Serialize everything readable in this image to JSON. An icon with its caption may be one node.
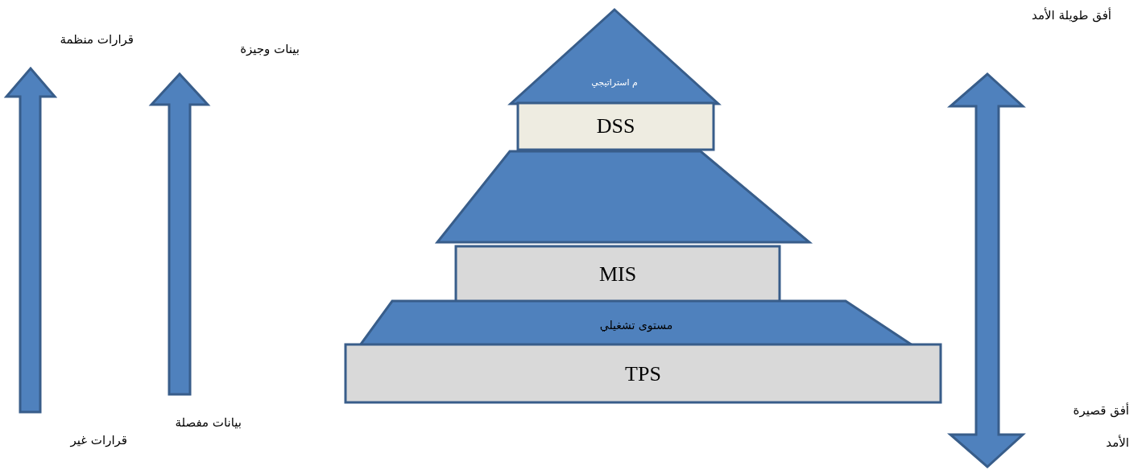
{
  "diagram": {
    "nodes": [
      {
        "text": [
          "م استراتيجي"
        ]
      },
      {
        "text": [
          "DSS"
        ]
      },
      {
        "text": [],
        "shape": "trapezoid"
      },
      {
        "text": [
          "MIS"
        ]
      },
      {
        "text": [
          "مستوى تشغيلي"
        ]
      },
      {
        "text": [
          "TPS"
        ]
      }
    ],
    "edges": [],
    "labels": [
      "أفق طويلة الأمد",
      "قرارات منظمة",
      "بينات وجيزة",
      "بيانات مفصلة",
      "أفق قصيرة الأمد",
      "قرارات غير"
    ]
  }
}
